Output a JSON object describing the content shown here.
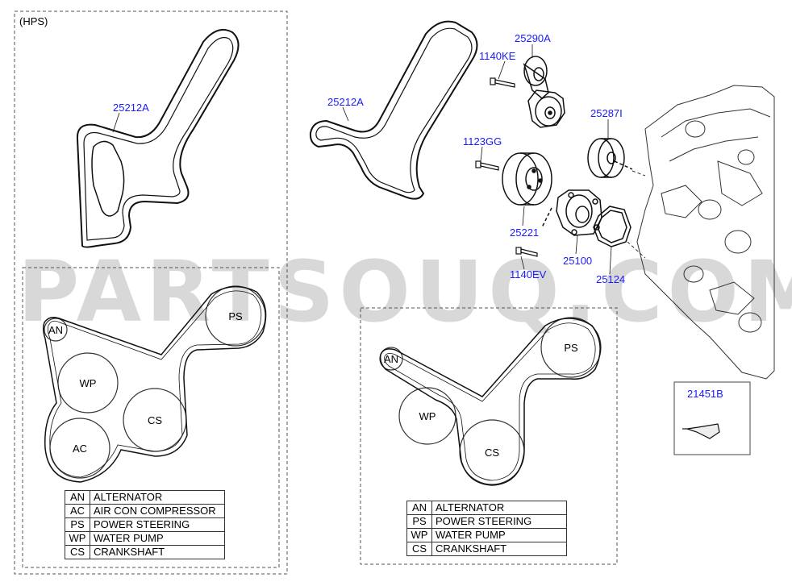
{
  "section_label": "(HPS)",
  "watermark": "PARTSOUQ.COM",
  "part_labels": {
    "belt_hps": "25212A",
    "belt": "25212A",
    "tensioner": "25290A",
    "bolt_tensioner": "1140KE",
    "idler": "25287I",
    "bolt_pulley": "1123GG",
    "pulley": "25221",
    "water_pump": "25100",
    "gasket": "25124",
    "bolt_pump": "1140EV",
    "sealant": "21451B"
  },
  "pulley_codes": {
    "an": "AN",
    "ps": "PS",
    "wp": "WP",
    "cs": "CS",
    "ac": "AC"
  },
  "legend_left": [
    {
      "code": "AN",
      "name": "ALTERNATOR"
    },
    {
      "code": "AC",
      "name": "AIR CON COMPRESSOR"
    },
    {
      "code": "PS",
      "name": "POWER STEERING"
    },
    {
      "code": "WP",
      "name": "WATER PUMP"
    },
    {
      "code": "CS",
      "name": "CRANKSHAFT"
    }
  ],
  "legend_right": [
    {
      "code": "AN",
      "name": "ALTERNATOR"
    },
    {
      "code": "PS",
      "name": "POWER STEERING"
    },
    {
      "code": "WP",
      "name": "WATER PUMP"
    },
    {
      "code": "CS",
      "name": "CRANKSHAFT"
    }
  ]
}
